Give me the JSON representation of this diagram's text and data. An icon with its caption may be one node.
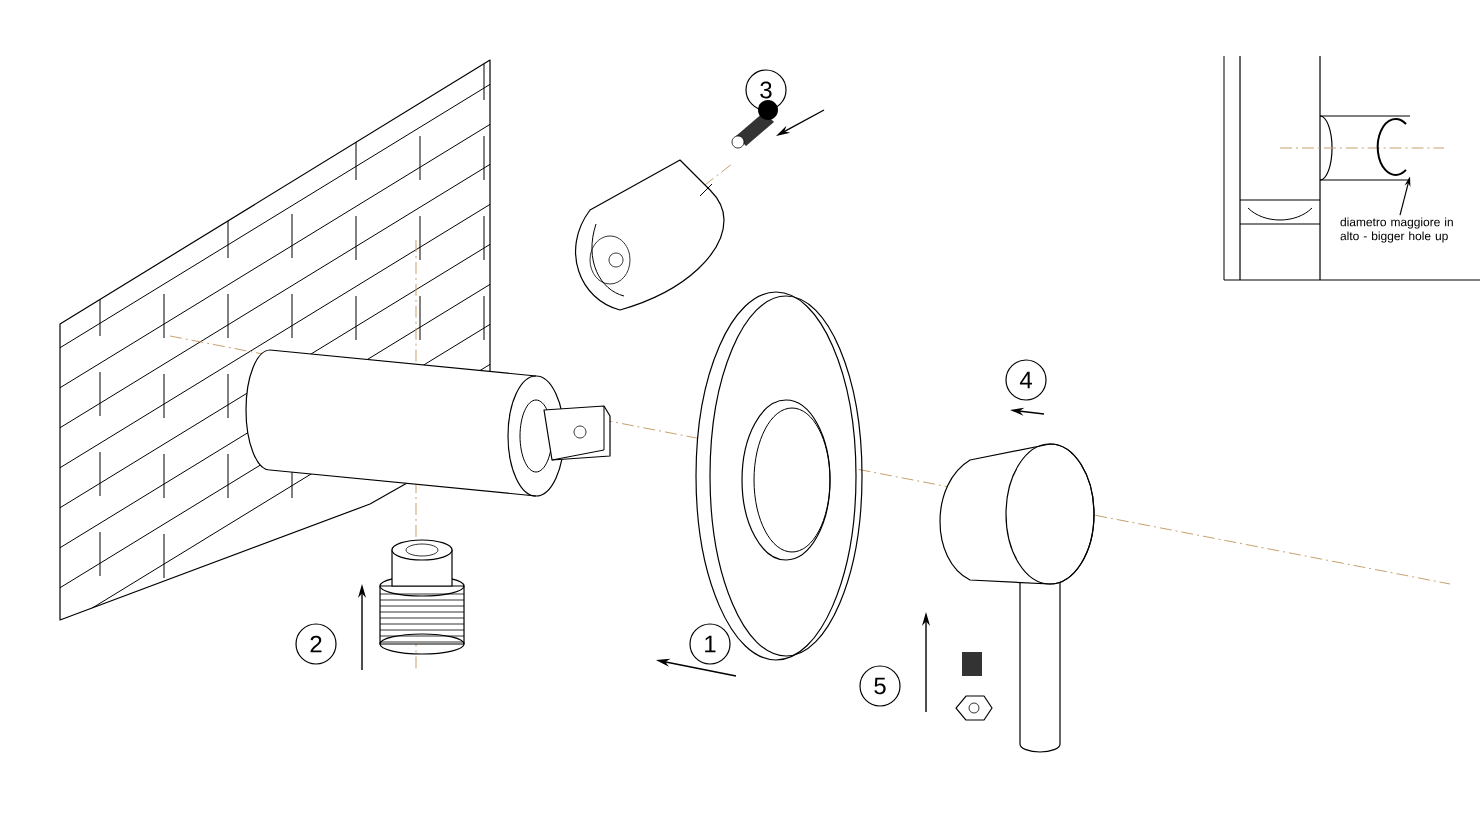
{
  "diagram": {
    "nodes": [
      {
        "text": [
          "3"
        ]
      },
      {
        "text": [
          "4"
        ]
      },
      {
        "text": [
          "1"
        ]
      },
      {
        "text": [
          "2"
        ]
      },
      {
        "text": [
          "5"
        ]
      },
      {
        "text": [
          "diametro maggiore in alto - bigger hole up"
        ]
      },
      {
        "text": [],
        "shape": "circle"
      }
    ],
    "edges": [
      {
        "from": 5,
        "to": 6,
        "arrow": "to"
      }
    ]
  }
}
